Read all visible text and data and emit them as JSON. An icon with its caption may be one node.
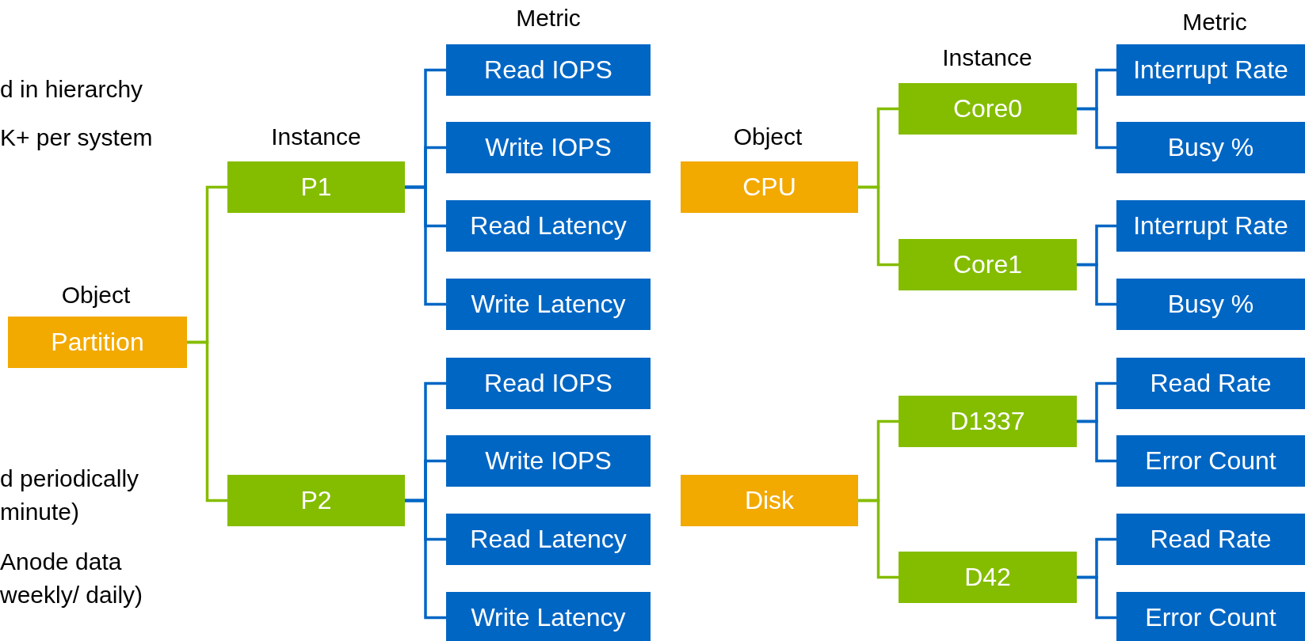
{
  "diagram": {
    "nodes": [
      {
        "text": [
          "Partition"
        ]
      },
      {
        "text": [
          "P1"
        ]
      },
      {
        "text": [
          "Read IOPS"
        ]
      },
      {
        "text": [
          "Write IOPS"
        ]
      },
      {
        "text": [
          "Read Latency"
        ]
      },
      {
        "text": [
          "Write Latency"
        ]
      },
      {
        "text": [
          "P2"
        ]
      },
      {
        "text": [
          "Read IOPS"
        ]
      },
      {
        "text": [
          "Write IOPS"
        ]
      },
      {
        "text": [
          "Read Latency"
        ]
      },
      {
        "text": [
          "Write Latency"
        ]
      },
      {
        "text": [
          "CPU"
        ]
      },
      {
        "text": [
          "Core0"
        ]
      },
      {
        "text": [
          "Interrupt Rate"
        ]
      },
      {
        "text": [
          "Busy %"
        ]
      },
      {
        "text": [
          "Core1"
        ]
      },
      {
        "text": [
          "Interrupt Rate"
        ]
      },
      {
        "text": [
          "Busy %"
        ]
      },
      {
        "text": [
          "Disk"
        ]
      },
      {
        "text": [
          "D1337"
        ]
      },
      {
        "text": [
          "Read Rate"
        ]
      },
      {
        "text": [
          "Error Count"
        ]
      },
      {
        "text": [
          "D42"
        ]
      },
      {
        "text": [
          "Read Rate"
        ]
      },
      {
        "text": [
          "Error Count"
        ]
      }
    ],
    "edges": [
      {
        "from": 0,
        "to": 1,
        "arrow": "none",
        "color": "#84bd00"
      },
      {
        "from": 0,
        "to": 6,
        "arrow": "none",
        "color": "#84bd00"
      },
      {
        "from": 1,
        "to": 2,
        "arrow": "none"
      },
      {
        "from": 1,
        "to": 3,
        "arrow": "none"
      },
      {
        "from": 1,
        "to": 4,
        "arrow": "none"
      },
      {
        "from": 1,
        "to": 5,
        "arrow": "none"
      },
      {
        "from": 6,
        "to": 7,
        "arrow": "none"
      },
      {
        "from": 6,
        "to": 8,
        "arrow": "none"
      },
      {
        "from": 6,
        "to": 9,
        "arrow": "none"
      },
      {
        "from": 6,
        "to": 10,
        "arrow": "none"
      },
      {
        "from": 11,
        "to": 12,
        "arrow": "none",
        "color": "#84bd00"
      },
      {
        "from": 11,
        "to": 15,
        "arrow": "none",
        "color": "#84bd00"
      },
      {
        "from": 12,
        "to": 13,
        "arrow": "none"
      },
      {
        "from": 12,
        "to": 14,
        "arrow": "none"
      },
      {
        "from": 15,
        "to": 16,
        "arrow": "none"
      },
      {
        "from": 15,
        "to": 17,
        "arrow": "none"
      },
      {
        "from": 18,
        "to": 19,
        "arrow": "none",
        "color": "#84bd00"
      },
      {
        "from": 18,
        "to": 22,
        "arrow": "none",
        "color": "#84bd00"
      },
      {
        "from": 19,
        "to": 20,
        "arrow": "none"
      },
      {
        "from": 19,
        "to": 21,
        "arrow": "none"
      },
      {
        "from": 22,
        "to": 23,
        "arrow": "none"
      },
      {
        "from": 22,
        "to": 24,
        "arrow": "none"
      }
    ],
    "labels": [
      "Metric",
      "Metric",
      "Instance",
      "d in hierarchy",
      "K+  per system",
      "Instance",
      "Object",
      "Object",
      "d periodically minute)",
      "Anode data weekly/ daily)"
    ]
  }
}
